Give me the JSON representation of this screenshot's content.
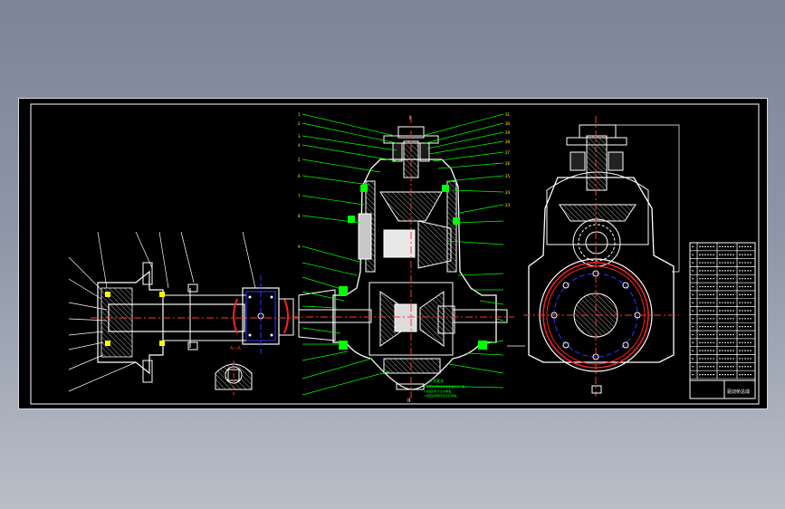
{
  "drawing": {
    "type": "cad-assembly-drawing",
    "colors": {
      "background_top": "#7b8596",
      "sheet": "#000000",
      "outline": "#ffffff",
      "leader": "#00ff00",
      "centerline": "#ff3333",
      "dimension": "#3333ff",
      "section_hatch": "#ff2222",
      "highlight": "#ffff00"
    },
    "left_view": {
      "section_label": "A—A"
    },
    "middle_view": {
      "top_mark": "I",
      "bottom_mark": "II",
      "notes_title": "技术要求",
      "notes": [
        "1.装配前所有零件用煤油清洗干净。",
        "2.各密封处不允许漏油。",
        "3.装配后按规定加注润滑油。"
      ]
    },
    "title_block": {
      "parts_list_rows": 17,
      "sheet_name": "驱动桥总成"
    }
  }
}
